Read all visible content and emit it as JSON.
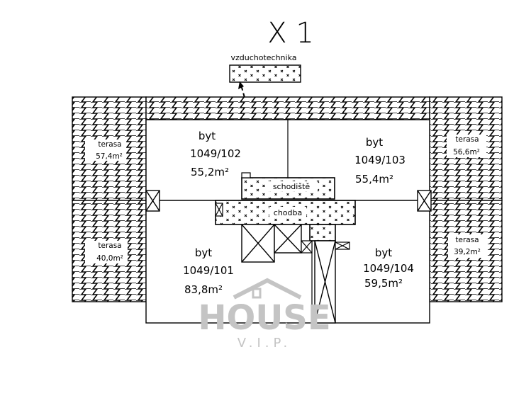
{
  "title": "X 1",
  "vzduchotechnika": "vzduchotechnika",
  "schodiste": "schodiště",
  "chodba": "chodba",
  "units": [
    {
      "id": "102",
      "type": "byt",
      "number": "1049/102",
      "area": "55,2m²"
    },
    {
      "id": "103",
      "type": "byt",
      "number": "1049/103",
      "area": "55,4m²"
    },
    {
      "id": "101",
      "type": "byt",
      "number": "1049/101",
      "area": "83,8m²"
    },
    {
      "id": "104",
      "type": "byt",
      "number": "1049/104",
      "area": "59,5m²"
    }
  ],
  "terraces": [
    {
      "id": "tl",
      "label": "terasa",
      "area": "57,4m²"
    },
    {
      "id": "tr",
      "label": "terasa",
      "area": "56,6m²"
    },
    {
      "id": "bl",
      "label": "terasa",
      "area": "40,0m²"
    },
    {
      "id": "br",
      "label": "terasa",
      "area": "39,2m²"
    }
  ],
  "watermark": {
    "brand": "HOUSE",
    "sub": "V.I.P."
  }
}
